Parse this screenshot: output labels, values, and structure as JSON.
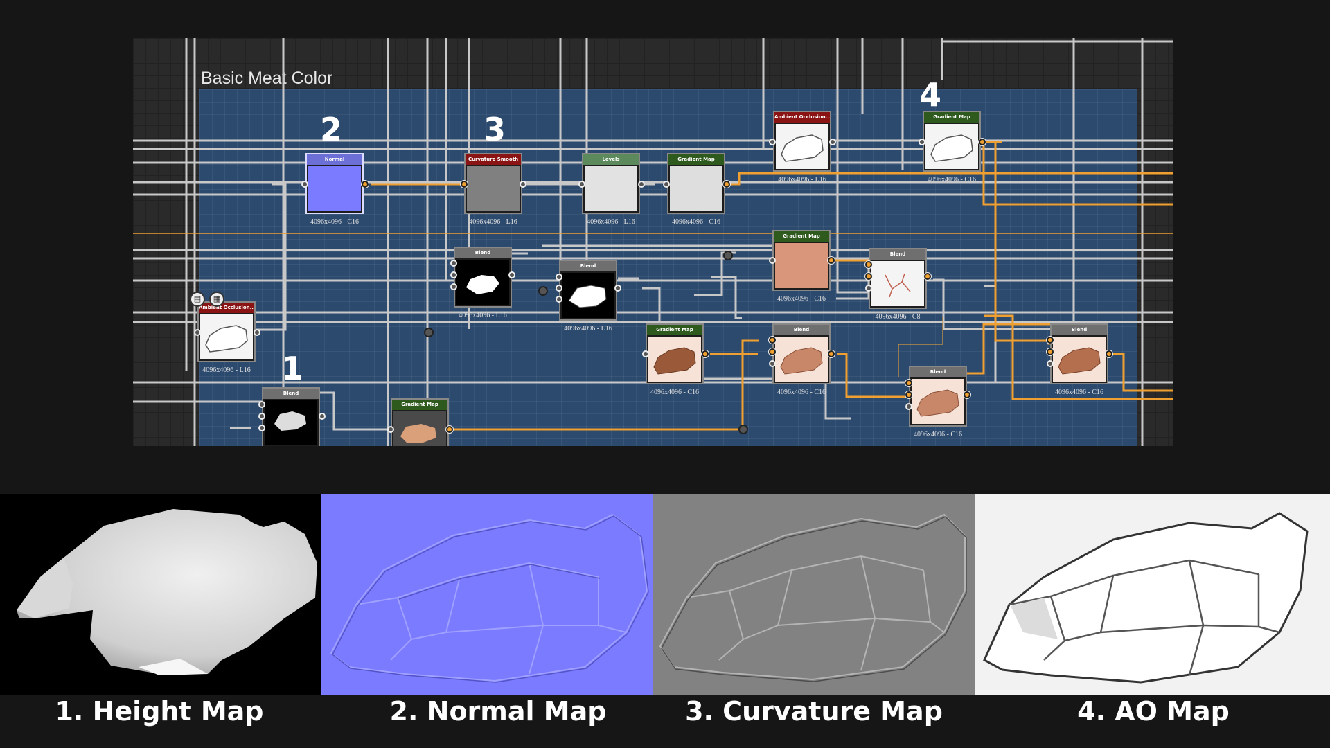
{
  "graph": {
    "frame_title": "Basic Meat Color",
    "markers": [
      "1",
      "2",
      "3",
      "4"
    ],
    "nodes": [
      {
        "id": "normal",
        "label": "Normal",
        "res": "4096x4096 - C16",
        "header_color": "#6b6fd6"
      },
      {
        "id": "curvature",
        "label": "Curvature Smooth",
        "res": "4096x4096 - L16",
        "header_color": "#8a1414"
      },
      {
        "id": "levels",
        "label": "Levels",
        "res": "4096x4096 - L16",
        "header_color": "#5d8a5d"
      },
      {
        "id": "gradient1",
        "label": "Gradient Map",
        "res": "4096x4096 - C16",
        "header_color": "#2f5a1e"
      },
      {
        "id": "ao1",
        "label": "Ambient Occlusion...",
        "res": "4096x4096 - L16",
        "header_color": "#8a1414"
      },
      {
        "id": "gradient2",
        "label": "Gradient Map",
        "res": "4096x4096 - C16",
        "header_color": "#2f5a1e"
      },
      {
        "id": "blend1",
        "label": "Blend",
        "res": "4096x4096 - L16",
        "header_color": "#6f6f6f"
      },
      {
        "id": "blend2",
        "label": "Blend",
        "res": "4096x4096 - L16",
        "header_color": "#6f6f6f"
      },
      {
        "id": "gradient3",
        "label": "Gradient Map",
        "res": "4096x4096 - C16",
        "header_color": "#2f5a1e"
      },
      {
        "id": "blend3",
        "label": "Blend",
        "res": "4096x4096 - C8",
        "header_color": "#6f6f6f"
      },
      {
        "id": "ao2",
        "label": "Ambient Occlusion...",
        "res": "4096x4096 - L16",
        "header_color": "#8a1414"
      },
      {
        "id": "gradient4",
        "label": "Gradient Map",
        "res": "4096x4096 - C16",
        "header_color": "#2f5a1e"
      },
      {
        "id": "blend4",
        "label": "Blend",
        "res": "4096x4096 - C16",
        "header_color": "#6f6f6f"
      },
      {
        "id": "blend5",
        "label": "Blend",
        "res": "4096x4096 - C16",
        "header_color": "#6f6f6f"
      },
      {
        "id": "blend6",
        "label": "Blend",
        "res": "4096x4096 - C16",
        "header_color": "#6f6f6f"
      },
      {
        "id": "blend7",
        "label": "Blend",
        "res": "",
        "header_color": "#6f6f6f"
      },
      {
        "id": "gradient5",
        "label": "Gradient Map",
        "res": "",
        "header_color": "#2f5a1e"
      }
    ],
    "node_icons": [
      "document-icon",
      "checker-icon"
    ]
  },
  "maps": [
    {
      "caption": "1. Height Map",
      "background": "#000000"
    },
    {
      "caption": "2. Normal Map",
      "background": "#7b7bff"
    },
    {
      "caption": "3. Curvature Map",
      "background": "#828282"
    },
    {
      "caption": "4. AO Map",
      "background": "#f2f2f2"
    }
  ],
  "colors": {
    "background": "#161616",
    "graph_bg": "#2a2a2a",
    "frame_bg": "#2c4a6e",
    "wire_gray": "#c8c8c8",
    "wire_orange": "#f0a030"
  }
}
